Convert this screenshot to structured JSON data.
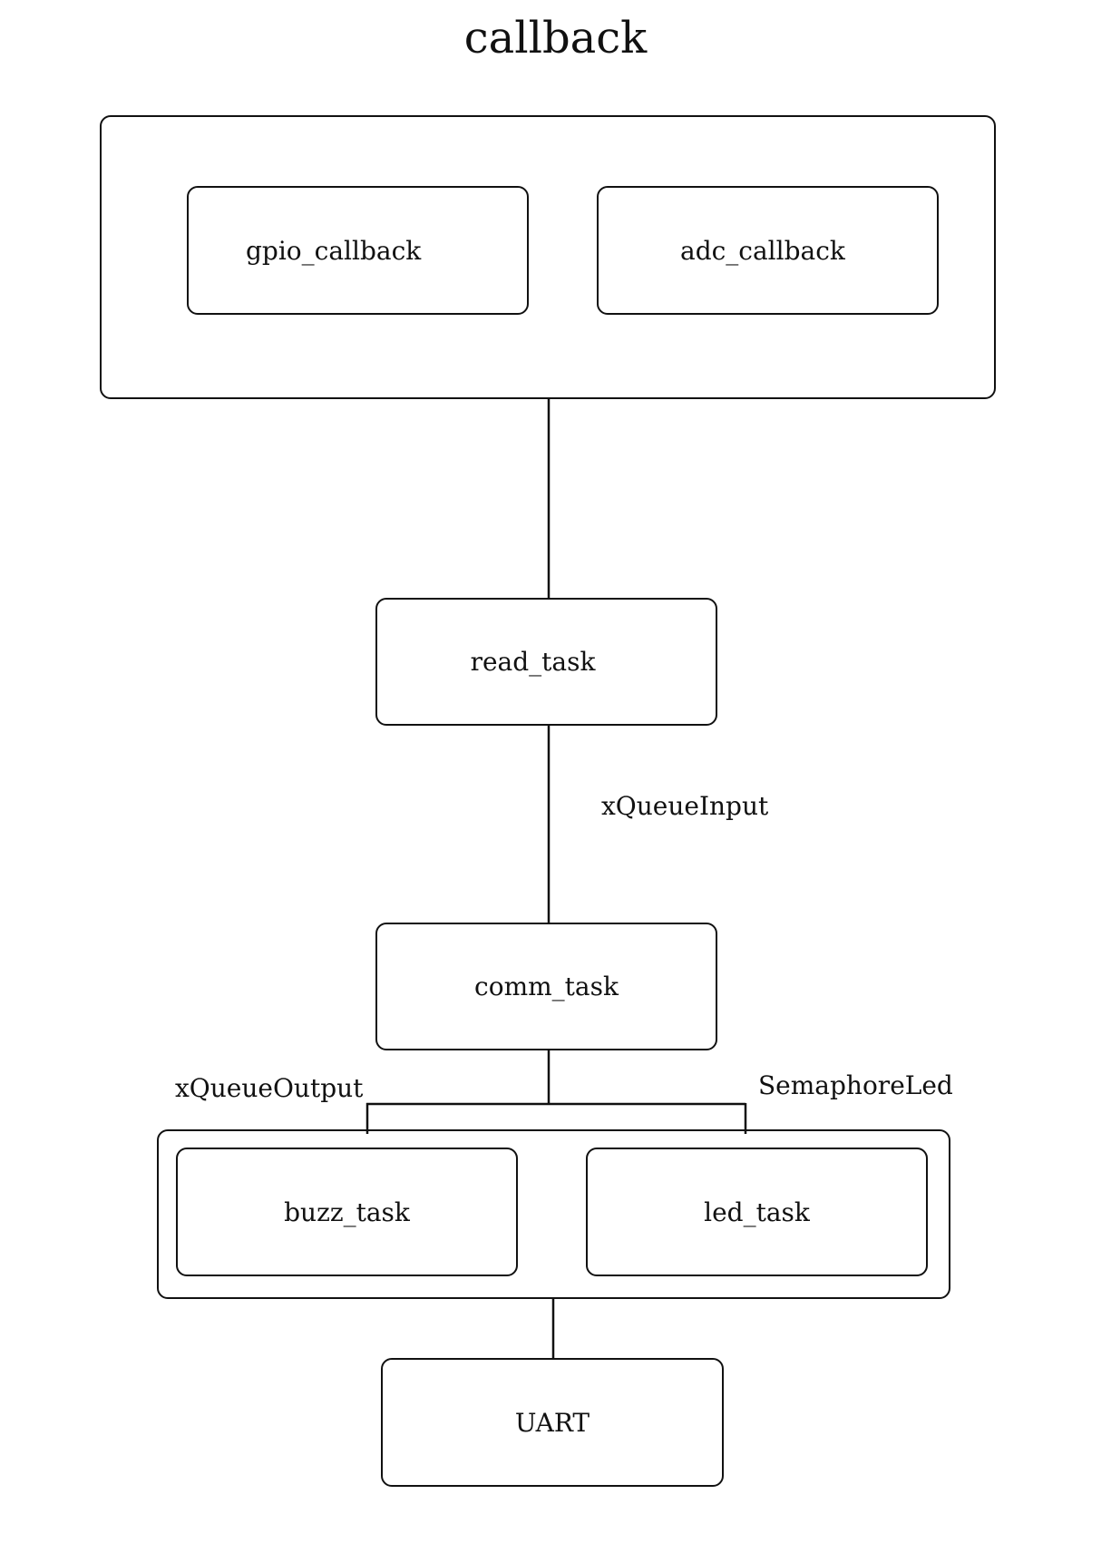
{
  "diagram": {
    "title": "callback",
    "nodes": {
      "gpio_callback": "gpio_callback",
      "adc_callback": "adc_callback",
      "read_task": "read_task",
      "comm_task": "comm_task",
      "buzz_task": "buzz_task",
      "led_task": "led_task",
      "uart": "UART"
    },
    "edge_labels": {
      "input_queue": "xQueueInput",
      "output_queue": "xQueueOutput",
      "led_semaphore": "SemaphoreLed"
    },
    "edges": [
      {
        "from": "callback-group",
        "to": "read_task"
      },
      {
        "from": "read_task",
        "to": "comm_task",
        "label": "xQueueInput"
      },
      {
        "from": "comm_task",
        "to": "buzz_task",
        "label": "xQueueOutput"
      },
      {
        "from": "comm_task",
        "to": "led_task",
        "label": "SemaphoreLed"
      },
      {
        "from": "task-group",
        "to": "UART"
      }
    ]
  }
}
